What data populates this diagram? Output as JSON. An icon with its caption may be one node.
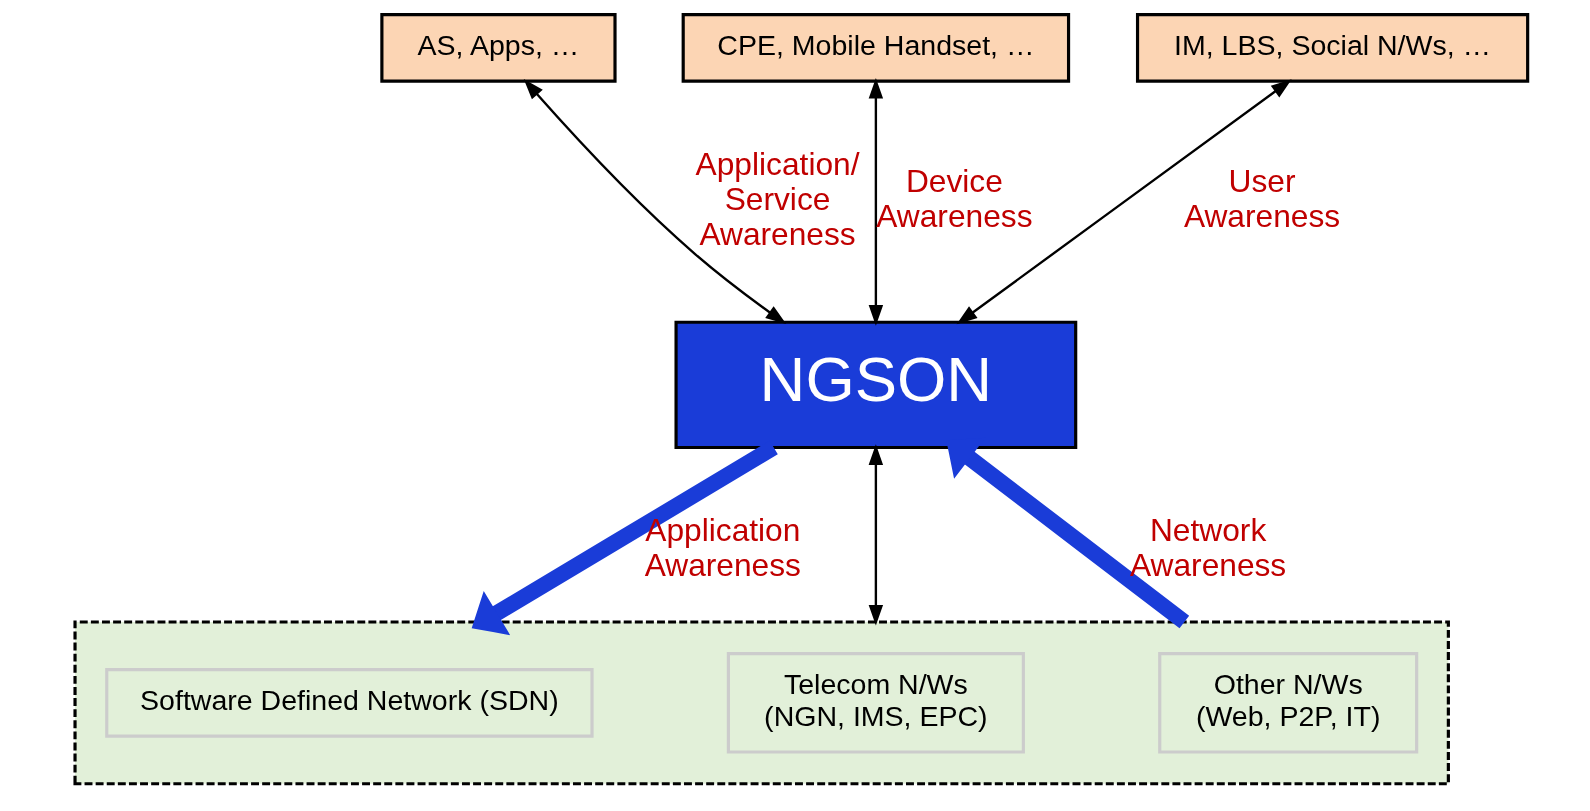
{
  "diagram": {
    "nodes": [
      {
        "text": [
          "AS, Apps, …"
        ]
      },
      {
        "text": [
          "CPE, Mobile Handset, …"
        ]
      },
      {
        "text": [
          "IM, LBS, Social N/Ws, …"
        ]
      },
      {
        "text": [
          "NGSON"
        ]
      },
      {
        "text": [],
        "shape": "box"
      },
      {
        "text": [
          "Software Defined Network (SDN)"
        ],
        "in": 4
      },
      {
        "text": [
          "Telecom N/Ws",
          "(NGN, IMS, EPC)"
        ],
        "in": 4
      },
      {
        "text": [
          "Other N/Ws",
          "(Web, P2P, IT)"
        ],
        "in": 4
      }
    ],
    "edges": [
      {
        "from": 0,
        "to": 3,
        "arrow": "both",
        "label": "Application/ Service Awareness"
      },
      {
        "from": 1,
        "to": 3,
        "arrow": "both",
        "label": "Device Awareness"
      },
      {
        "from": 2,
        "to": 3,
        "arrow": "both",
        "label": "User Awareness"
      },
      {
        "from": 3,
        "to": 4,
        "arrow": "to",
        "label": "Application Awareness",
        "style": "thick",
        "color": "#1a3cd8"
      },
      {
        "from": 3,
        "to": 4,
        "arrow": "both"
      },
      {
        "from": 4,
        "to": 3,
        "arrow": "to",
        "label": "Network Awareness",
        "style": "thick",
        "color": "#1a3cd8"
      }
    ]
  }
}
